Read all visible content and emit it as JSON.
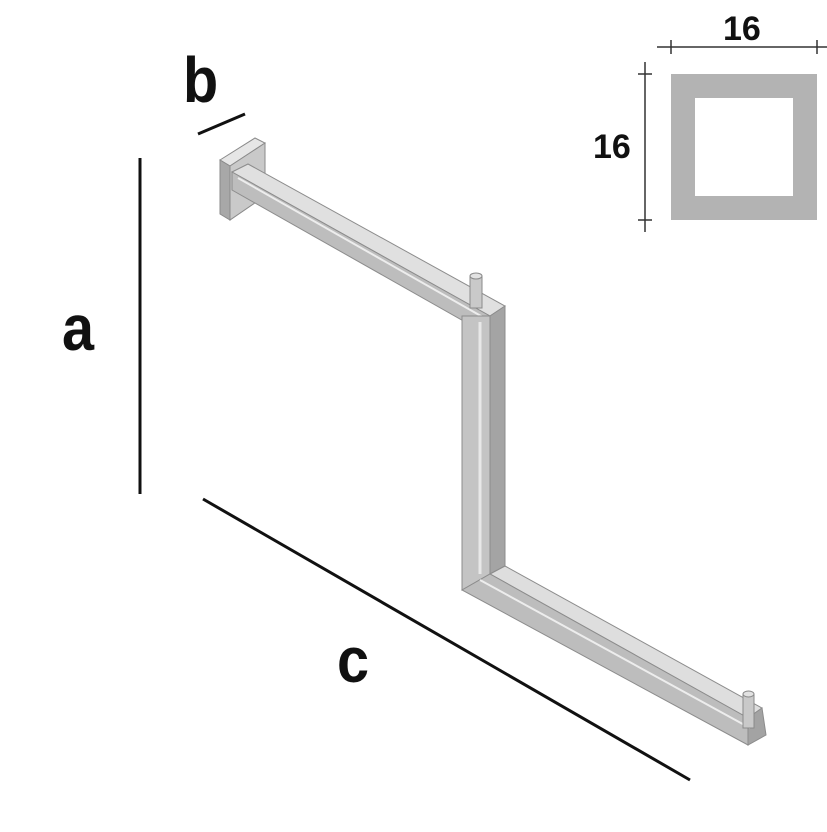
{
  "labels": {
    "a": "a",
    "b": "b",
    "c": "c"
  },
  "cross_section": {
    "width": "16",
    "height": "16"
  },
  "colors": {
    "line": "#111111",
    "metal_light": "#d4d4d4",
    "metal_mid": "#b9b9b9",
    "metal_dark": "#9a9a9a",
    "section": "#b3b3b3"
  }
}
